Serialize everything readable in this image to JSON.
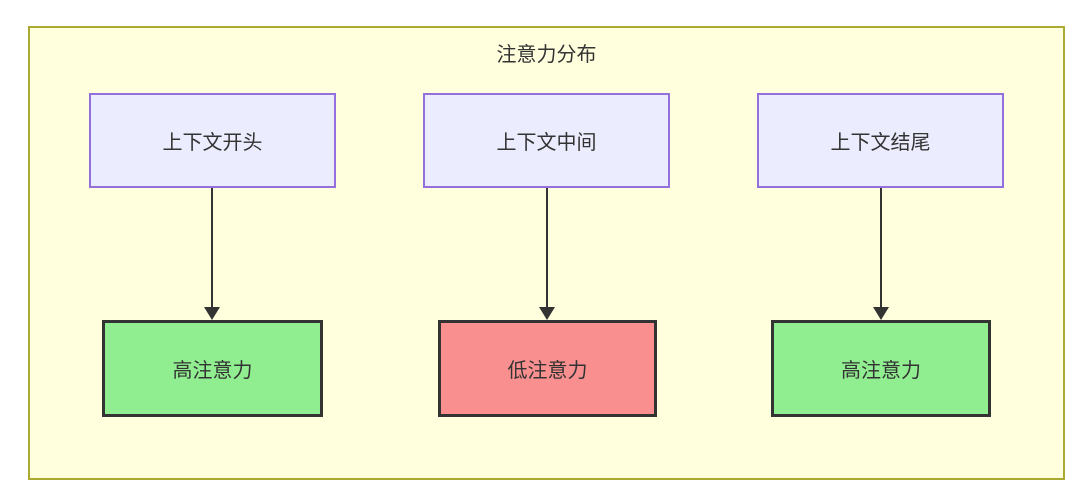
{
  "diagram": {
    "title": "注意力分布",
    "columns": [
      {
        "source": {
          "label": "上下文开头"
        },
        "target": {
          "label": "高注意力",
          "level": "high"
        }
      },
      {
        "source": {
          "label": "上下文中间"
        },
        "target": {
          "label": "低注意力",
          "level": "low"
        }
      },
      {
        "source": {
          "label": "上下文结尾"
        },
        "target": {
          "label": "高注意力",
          "level": "high"
        }
      }
    ],
    "edges": [
      {
        "from": "上下文开头",
        "to": "高注意力"
      },
      {
        "from": "上下文中间",
        "to": "低注意力"
      },
      {
        "from": "上下文结尾",
        "to": "高注意力"
      }
    ],
    "colors": {
      "container_background": "#ffffde",
      "container_border": "#aaaa33",
      "source_node_background": "#ececff",
      "source_node_border": "#9370db",
      "high_attention_background": "#90ee90",
      "low_attention_background": "#f98f8f",
      "target_node_border": "#333333",
      "text": "#333333",
      "arrow": "#333333"
    }
  }
}
